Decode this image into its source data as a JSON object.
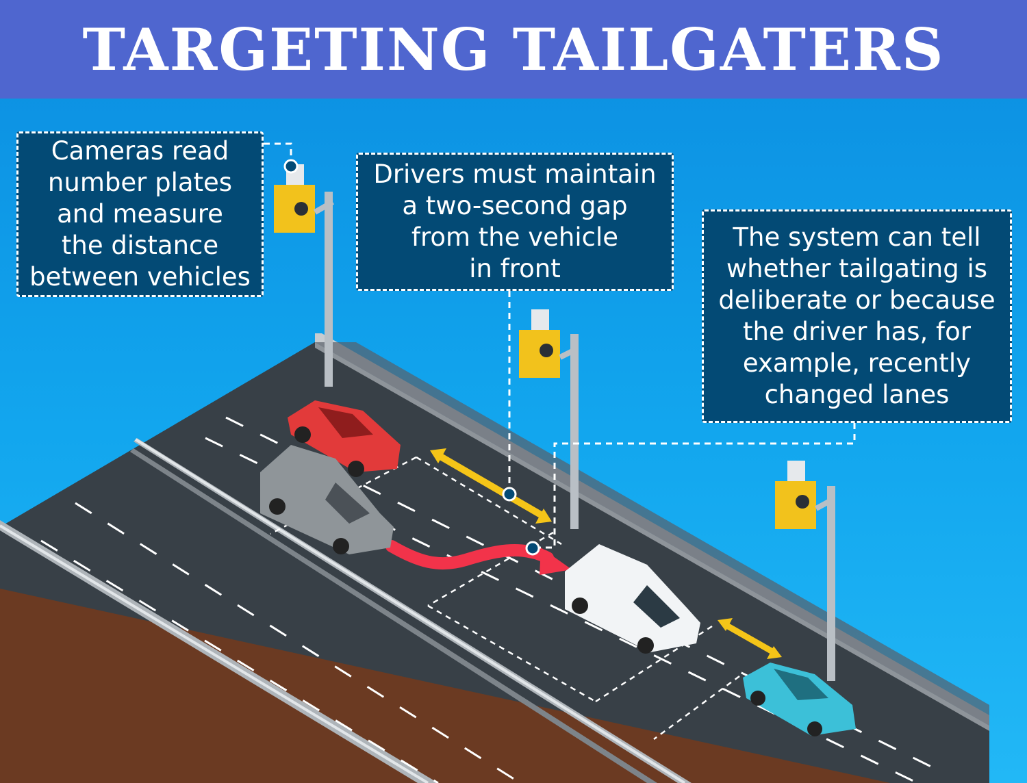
{
  "title": "TARGETING TAILGATERS",
  "callouts": {
    "cameras": "Cameras read\nnumber plates\nand measure\nthe distance\nbetween vehicles",
    "gap": "Drivers must maintain\na two-second gap\nfrom the vehicle\nin front",
    "system": "The system can tell\nwhether tailgating is\ndeliberate or because\nthe driver has, for\nexample, recently\nchanged lanes"
  },
  "colors": {
    "header": "#4f66cf",
    "callout_bg": "#034a75",
    "road": "#3a4148",
    "camera": "#f2c21c",
    "gap_arrow": "#f5c518",
    "lane_change_arrow": "#f2334a",
    "car_red": "#e23a3a",
    "car_teal": "#3cc0d8",
    "van_grey": "#8f9599",
    "van_white": "#f2f4f6"
  },
  "icons": [
    "camera-icon",
    "camera-icon",
    "camera-icon",
    "red-car-icon",
    "grey-van-icon",
    "white-van-icon",
    "teal-car-icon"
  ]
}
